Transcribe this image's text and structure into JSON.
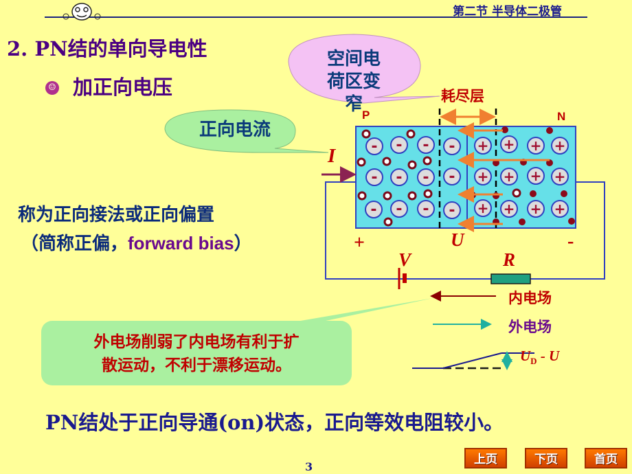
{
  "header": {
    "section_title": "第二节 半导体二极管"
  },
  "title": "2. PN结的单向导电性",
  "subtitle": "加正向电压",
  "bullet_icon": "smiley-icon",
  "callouts": {
    "space_charge": [
      "空间电",
      "荷区变",
      "窄"
    ],
    "forward_current": "正向电流"
  },
  "diagram": {
    "depletion_label": "耗尽层",
    "p_label": "P",
    "n_label": "N",
    "current_symbol": "I",
    "plus": "+",
    "minus": "-",
    "voltage_symbol": "U",
    "battery_symbol": "V",
    "resistor_symbol": "R",
    "inner_field": "内电场",
    "outer_field": "外电场",
    "potential_sub": "D",
    "potential_u": "U",
    "potential_rest": " - U",
    "minus_sign": "-",
    "plus_sign": "+",
    "colors": {
      "junction_bg": "#66e0e8",
      "inner_arrow": "#8b0000",
      "outer_arrow": "#20b0a0",
      "current_arrow": "#f08030"
    }
  },
  "description": {
    "line1": "称为正向接法或正向偏置",
    "line2_prefix": "（简称正偏，",
    "line2_en": "forward bias",
    "line2_suffix": "）"
  },
  "note": [
    "外电场削弱了内电场有利于扩",
    "散运动，不利于漂移运动。"
  ],
  "conclusion": "PN结处于正向导通(on)状态，正向等效电阻较小。",
  "page_number": "3",
  "nav": {
    "prev": "上页",
    "next": "下页",
    "home": "首页"
  }
}
